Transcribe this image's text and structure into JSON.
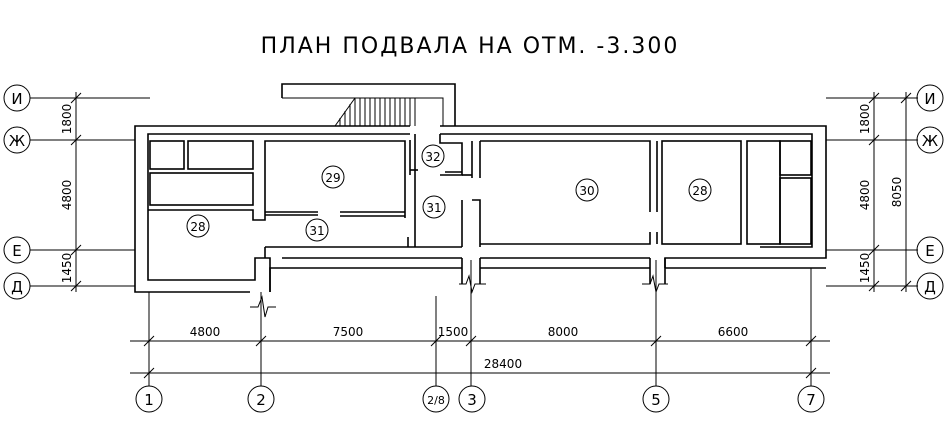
{
  "title": "ПЛАН ПОДВАЛА НА ОТМ. -3.300",
  "axes_vertical": {
    "left": [
      "И",
      "Ж",
      "Е",
      "Д"
    ],
    "right": [
      "И",
      "Ж",
      "Е",
      "Д"
    ]
  },
  "axes_horizontal": [
    "1",
    "2",
    "2/8",
    "3",
    "5",
    "7"
  ],
  "dimensions_left": [
    "1800",
    "4800",
    "1450"
  ],
  "dimensions_right": [
    "1800",
    "4800",
    "1450"
  ],
  "dimension_right_total": "8050",
  "dimensions_bottom": [
    "4800",
    "7500",
    "1500",
    "8000",
    "6600"
  ],
  "dimension_bottom_total": "28400",
  "rooms": [
    "28",
    "29",
    "31",
    "32",
    "31",
    "30",
    "28"
  ]
}
